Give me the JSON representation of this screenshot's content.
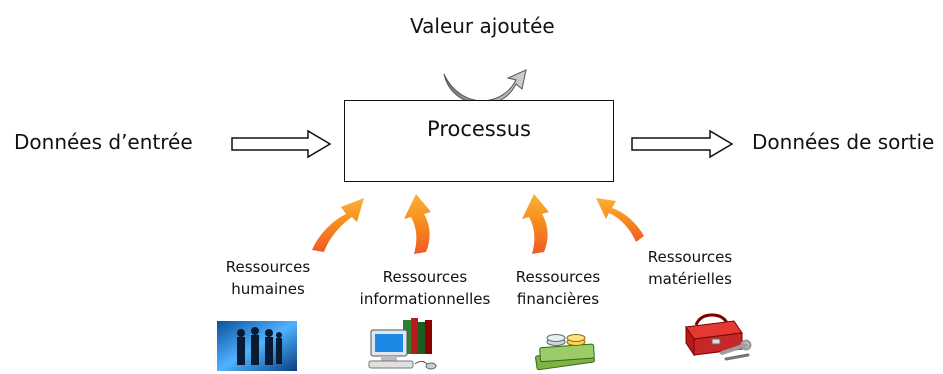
{
  "diagram": {
    "value_added": "Valeur ajoutée",
    "process": "Processus",
    "input_label": "Données d’entrée",
    "output_label": "Données de sortie",
    "resources": [
      {
        "line1": "Ressources",
        "line2": "humaines",
        "icon": "people-icon"
      },
      {
        "line1": "Ressources",
        "line2": "informationnelles",
        "icon": "computer-books-icon"
      },
      {
        "line1": "Ressources",
        "line2": "financières",
        "icon": "money-icon"
      },
      {
        "line1": "Ressources",
        "line2": "matérielles",
        "icon": "toolbox-icon"
      }
    ],
    "colors": {
      "resource_arrow": "#f7941d",
      "value_arrow": "#9a9a9a",
      "line": "#111111"
    }
  }
}
